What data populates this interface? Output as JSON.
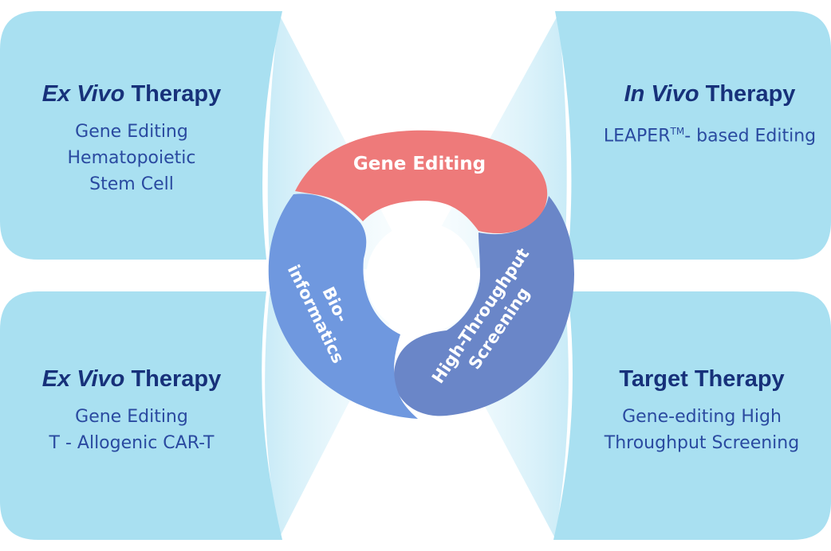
{
  "panels": {
    "top_left": {
      "title_italic": "Ex Vivo",
      "title_rest": " Therapy",
      "lines": [
        "Gene Editing",
        "Hematopoietic",
        "Stem Cell"
      ]
    },
    "top_right": {
      "title_italic": "In Vivo",
      "title_rest": " Therapy",
      "line1_main": "LEAPER",
      "line1_sup": "TM",
      "line1_rest": "- based Editing"
    },
    "bottom_left": {
      "title_italic": "Ex Vivo",
      "title_rest": " Therapy",
      "lines": [
        "Gene Editing",
        "T - Allogenic CAR-T"
      ]
    },
    "bottom_right": {
      "title": "Target Therapy",
      "lines": [
        "Gene-editing High",
        "Throughput Screening"
      ]
    }
  },
  "cycle": {
    "segments": [
      {
        "name": "gene-editing",
        "label": "Gene Editing",
        "color": "#ee7a7a"
      },
      {
        "name": "high-throughput",
        "label_lines": [
          "High-Throughput",
          "Screening"
        ],
        "color": "#6a86c8"
      },
      {
        "name": "bioinformatics",
        "label_lines": [
          "Bio-",
          "informatics"
        ],
        "color": "#6f98df"
      }
    ]
  },
  "colors": {
    "panel": "#a9e0f1",
    "title": "#17317a",
    "text": "#2a4aa0",
    "beam": "#d3eff9"
  }
}
